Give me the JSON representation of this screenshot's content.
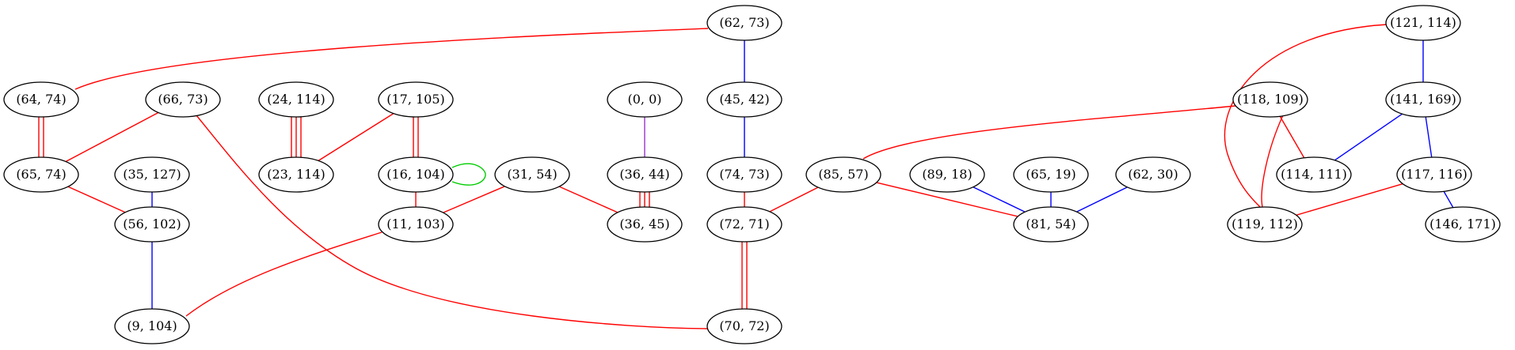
{
  "graph": {
    "nodes": [
      {
        "id": "n6273",
        "label": "(62, 73)"
      },
      {
        "id": "n121114",
        "label": "(121, 114)"
      },
      {
        "id": "n6474",
        "label": "(64, 74)"
      },
      {
        "id": "n6673",
        "label": "(66, 73)"
      },
      {
        "id": "n24114",
        "label": "(24, 114)"
      },
      {
        "id": "n17105",
        "label": "(17, 105)"
      },
      {
        "id": "n00",
        "label": "(0, 0)"
      },
      {
        "id": "n4542",
        "label": "(45, 42)"
      },
      {
        "id": "n118109",
        "label": "(118, 109)"
      },
      {
        "id": "n141169",
        "label": "(141, 169)"
      },
      {
        "id": "n6574",
        "label": "(65, 74)"
      },
      {
        "id": "n35127",
        "label": "(35, 127)"
      },
      {
        "id": "n23114",
        "label": "(23, 114)"
      },
      {
        "id": "n16104",
        "label": "(16, 104)"
      },
      {
        "id": "n3154",
        "label": "(31, 54)"
      },
      {
        "id": "n3644",
        "label": "(36, 44)"
      },
      {
        "id": "n7473",
        "label": "(74, 73)"
      },
      {
        "id": "n8557",
        "label": "(85, 57)"
      },
      {
        "id": "n8918",
        "label": "(89, 18)"
      },
      {
        "id": "n6519",
        "label": "(65, 19)"
      },
      {
        "id": "n6230",
        "label": "(62, 30)"
      },
      {
        "id": "n114111",
        "label": "(114, 111)"
      },
      {
        "id": "n117116",
        "label": "(117, 116)"
      },
      {
        "id": "n56102",
        "label": "(56, 102)"
      },
      {
        "id": "n11103",
        "label": "(11, 103)"
      },
      {
        "id": "n3645",
        "label": "(36, 45)"
      },
      {
        "id": "n7271",
        "label": "(72, 71)"
      },
      {
        "id": "n8154",
        "label": "(81, 54)"
      },
      {
        "id": "n119112",
        "label": "(119, 112)"
      },
      {
        "id": "n146171",
        "label": "(146, 171)"
      },
      {
        "id": "n9104",
        "label": "(9, 104)"
      },
      {
        "id": "n7072",
        "label": "(70, 72)"
      }
    ],
    "edges": [
      {
        "id": "e1",
        "source": "n6273",
        "target": "n6474",
        "color": "#ff0000",
        "count": 1
      },
      {
        "id": "e2",
        "source": "n6273",
        "target": "n4542",
        "color": "#0000ff",
        "count": 1
      },
      {
        "id": "e3",
        "source": "n121114",
        "target": "n141169",
        "color": "#0000ff",
        "count": 1
      },
      {
        "id": "e4",
        "source": "n121114",
        "target": "n119112",
        "color": "#ff0000",
        "count": 1
      },
      {
        "id": "e5",
        "source": "n6474",
        "target": "n6574",
        "color": "#ff0000",
        "count": 2
      },
      {
        "id": "e6",
        "source": "n6673",
        "target": "n6574",
        "color": "#ff0000",
        "count": 1
      },
      {
        "id": "e7",
        "source": "n6673",
        "target": "n7072",
        "color": "#ff0000",
        "count": 1
      },
      {
        "id": "e8",
        "source": "n24114",
        "target": "n23114",
        "color": "#ff0000",
        "count": 3
      },
      {
        "id": "e9",
        "source": "n17105",
        "target": "n23114",
        "color": "#ff0000",
        "count": 1
      },
      {
        "id": "e10",
        "source": "n17105",
        "target": "n16104",
        "color": "#ff0000",
        "count": 2
      },
      {
        "id": "e11",
        "source": "n16104",
        "target": "n16104",
        "color": "#00cc00",
        "count": 1
      },
      {
        "id": "e12",
        "source": "n00",
        "target": "n3644",
        "color": "#9932cc",
        "count": 1
      },
      {
        "id": "e13",
        "source": "n4542",
        "target": "n7473",
        "color": "#0000ff",
        "count": 1
      },
      {
        "id": "e14",
        "source": "n118109",
        "target": "n8557",
        "color": "#ff0000",
        "count": 1
      },
      {
        "id": "e15",
        "source": "n118109",
        "target": "n114111",
        "color": "#ff0000",
        "count": 1
      },
      {
        "id": "e16",
        "source": "n118109",
        "target": "n119112",
        "color": "#ff0000",
        "count": 1
      },
      {
        "id": "e17",
        "source": "n141169",
        "target": "n114111",
        "color": "#0000ff",
        "count": 1
      },
      {
        "id": "e18",
        "source": "n141169",
        "target": "n117116",
        "color": "#0000ff",
        "count": 1
      },
      {
        "id": "e19",
        "source": "n6574",
        "target": "n56102",
        "color": "#ff0000",
        "count": 1
      },
      {
        "id": "e20",
        "source": "n35127",
        "target": "n56102",
        "color": "#0000ff",
        "count": 1
      },
      {
        "id": "e21",
        "source": "n16104",
        "target": "n11103",
        "color": "#ff0000",
        "count": 1
      },
      {
        "id": "e22",
        "source": "n3154",
        "target": "n11103",
        "color": "#ff0000",
        "count": 1
      },
      {
        "id": "e23",
        "source": "n3154",
        "target": "n3645",
        "color": "#ff0000",
        "count": 1
      },
      {
        "id": "e24",
        "source": "n3644",
        "target": "n3645",
        "color": "#ff0000",
        "count": 3
      },
      {
        "id": "e25",
        "source": "n7473",
        "target": "n7271",
        "color": "#ff0000",
        "count": 1
      },
      {
        "id": "e26",
        "source": "n8557",
        "target": "n7271",
        "color": "#ff0000",
        "count": 1
      },
      {
        "id": "e27",
        "source": "n8557",
        "target": "n8154",
        "color": "#ff0000",
        "count": 1
      },
      {
        "id": "e28",
        "source": "n8918",
        "target": "n8154",
        "color": "#0000ff",
        "count": 1
      },
      {
        "id": "e29",
        "source": "n6519",
        "target": "n8154",
        "color": "#0000ff",
        "count": 1
      },
      {
        "id": "e30",
        "source": "n6230",
        "target": "n8154",
        "color": "#0000ff",
        "count": 1
      },
      {
        "id": "e31",
        "source": "n117116",
        "target": "n119112",
        "color": "#ff0000",
        "count": 1
      },
      {
        "id": "e32",
        "source": "n117116",
        "target": "n146171",
        "color": "#0000ff",
        "count": 1
      },
      {
        "id": "e33",
        "source": "n56102",
        "target": "n9104",
        "color": "#0000ff",
        "count": 1
      },
      {
        "id": "e34",
        "source": "n11103",
        "target": "n9104",
        "color": "#ff0000",
        "count": 1
      },
      {
        "id": "e35",
        "source": "n7271",
        "target": "n7072",
        "color": "#ff0000",
        "count": 2
      }
    ]
  }
}
